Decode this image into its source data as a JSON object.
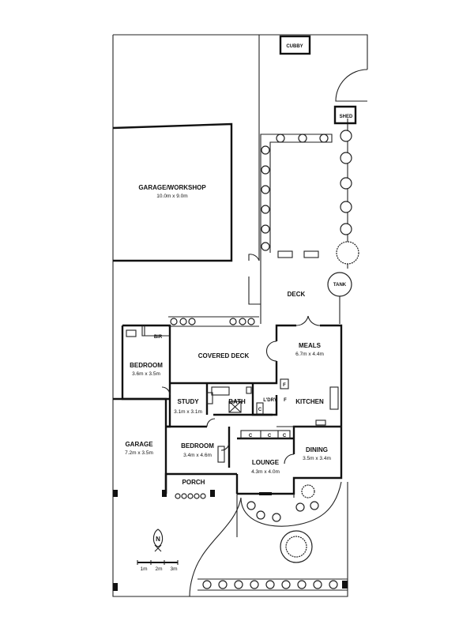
{
  "plan": {
    "rooms": {
      "cubby": {
        "name": "CUBBY"
      },
      "shed": {
        "name": "SHED"
      },
      "tank": {
        "name": "TANK"
      },
      "garage_workshop": {
        "name": "GARAGE/WORKSHOP",
        "size": "10.0m x 9.0m"
      },
      "deck": {
        "name": "DECK"
      },
      "covered_deck": {
        "name": "COVERED DECK"
      },
      "meals": {
        "name": "MEALS",
        "size": "6.7m x 4.4m"
      },
      "bedroom1": {
        "name": "BEDROOM",
        "size": "3.6m x 3.5m"
      },
      "bir": {
        "name": "BIR"
      },
      "study": {
        "name": "STUDY",
        "size": "3.1m x 3.1m"
      },
      "bath": {
        "name": "BATH"
      },
      "laundry": {
        "name": "L'DRY"
      },
      "kitchen": {
        "name": "KITCHEN"
      },
      "garage": {
        "name": "GARAGE",
        "size": "7.2m x 3.5m"
      },
      "bedroom2": {
        "name": "BEDROOM",
        "size": "3.4m x 4.6m"
      },
      "lounge": {
        "name": "LOUNGE",
        "size": "4.3m x 4.0m"
      },
      "dining": {
        "name": "DINING",
        "size": "3.5m x 3.4m"
      },
      "porch": {
        "name": "PORCH"
      }
    },
    "fixtures": {
      "cupboard": "C",
      "fridge": "F"
    },
    "north": "N",
    "scale": [
      "1m",
      "2m",
      "3m"
    ]
  }
}
